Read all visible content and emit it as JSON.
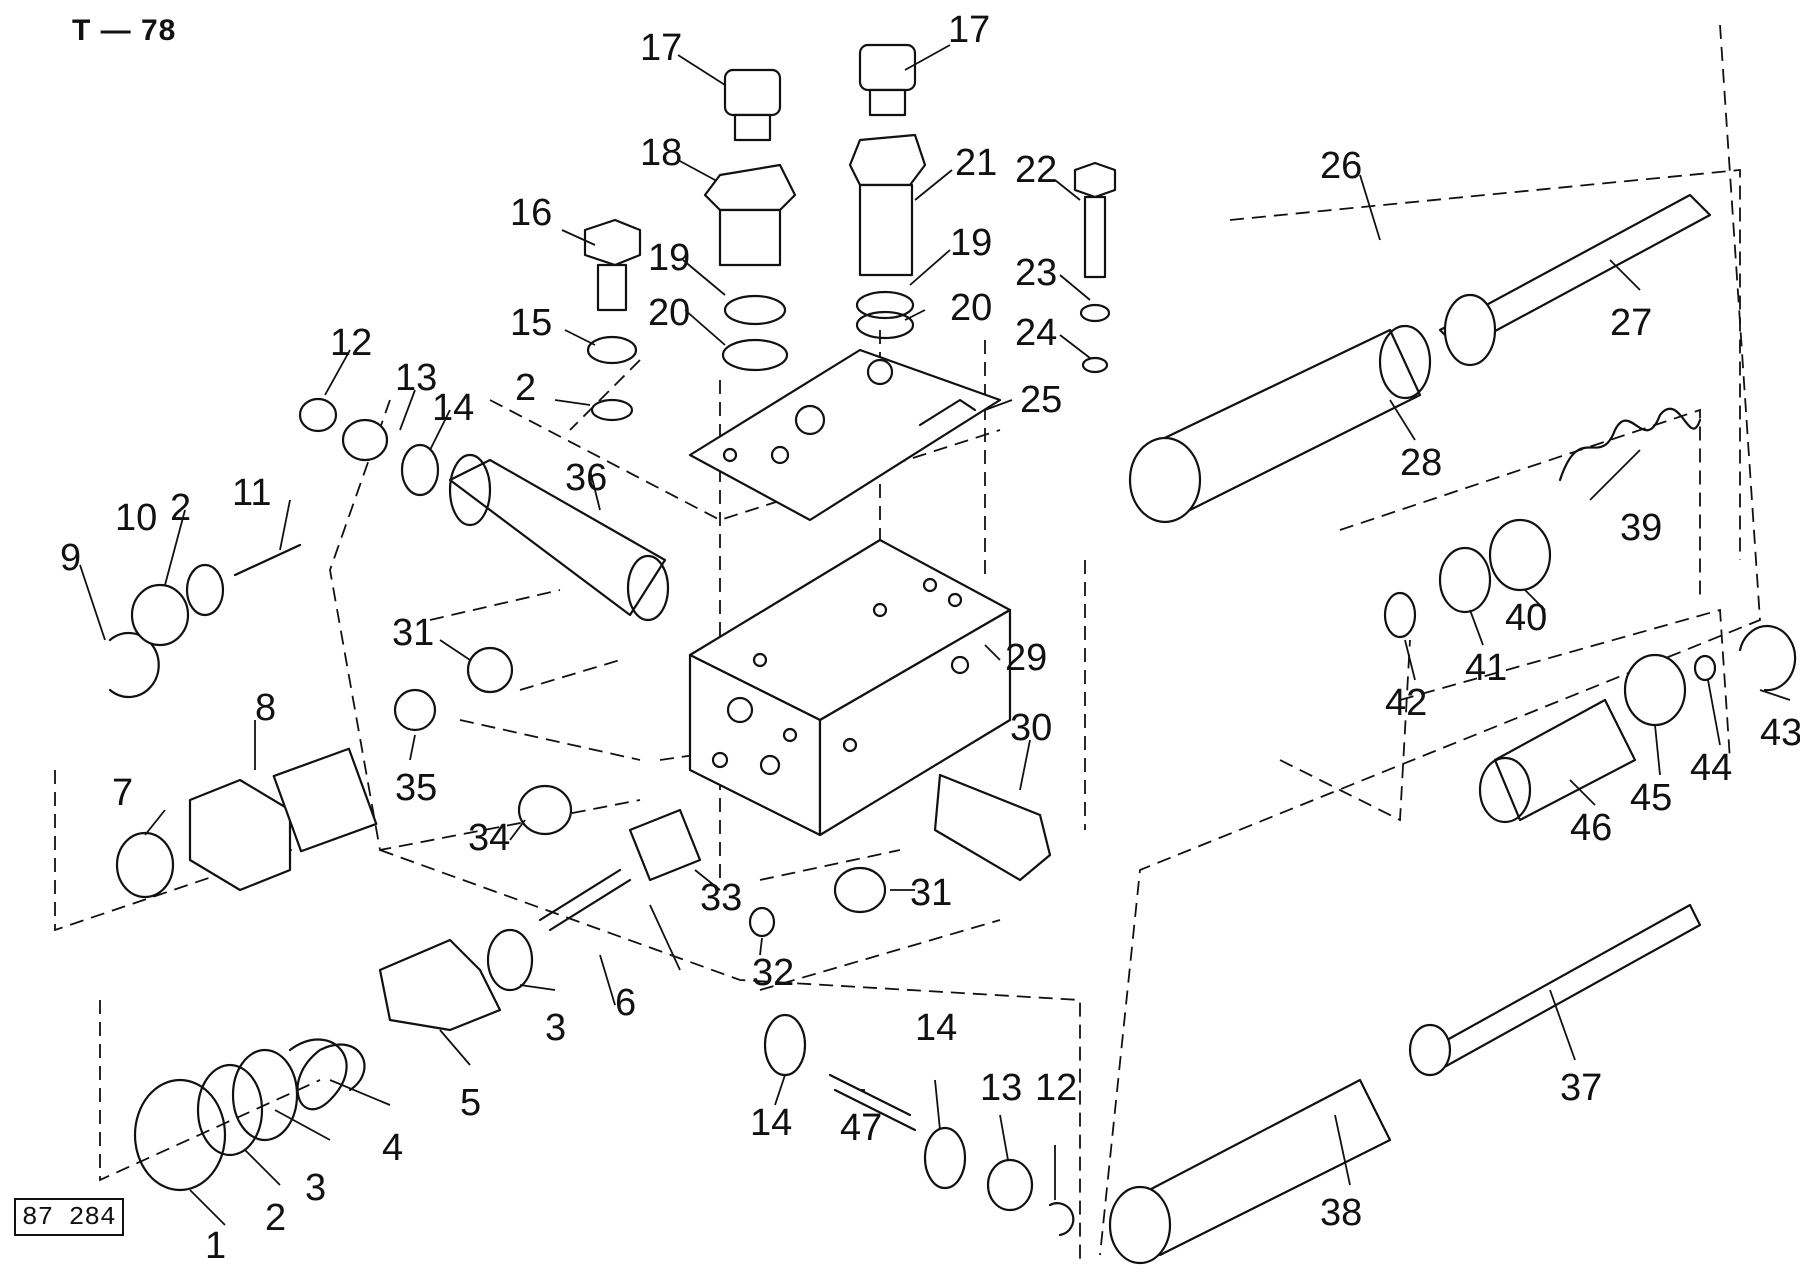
{
  "header": {
    "title": "T — 78"
  },
  "footer": {
    "reference": "87 284"
  },
  "callouts": [
    "1",
    "2",
    "2",
    "2",
    "3",
    "3",
    "4",
    "5",
    "6",
    "7",
    "8",
    "9",
    "10",
    "11",
    "12",
    "12",
    "13",
    "13",
    "14",
    "14",
    "14",
    "15",
    "16",
    "17",
    "17",
    "18",
    "19",
    "19",
    "20",
    "20",
    "21",
    "22",
    "23",
    "24",
    "25",
    "26",
    "27",
    "28",
    "29",
    "30",
    "31",
    "31",
    "32",
    "33",
    "34",
    "35",
    "36",
    "37",
    "38",
    "39",
    "40",
    "41",
    "42",
    "43",
    "44",
    "45",
    "46",
    "47"
  ]
}
